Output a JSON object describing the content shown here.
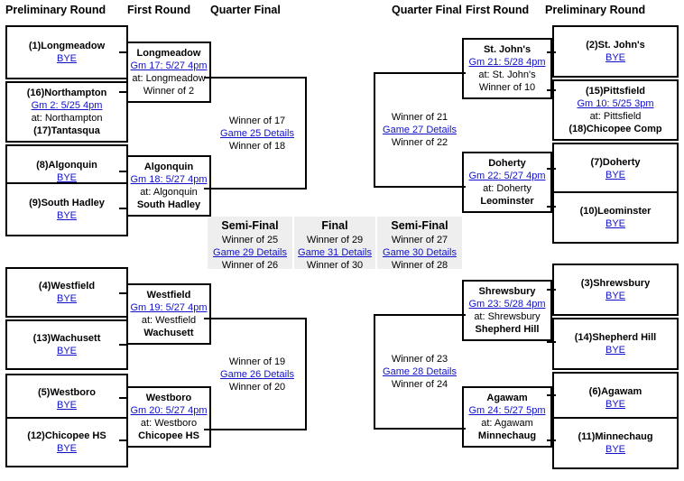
{
  "headers": {
    "left": [
      "Preliminary Round",
      "First Round",
      "Quarter Final"
    ],
    "right": [
      "Quarter Final",
      "First Round",
      "Preliminary Round"
    ]
  },
  "left_prelim": [
    {
      "line1": "(1)Longmeadow",
      "line2": "BYE",
      "line2_link": true,
      "line3": "",
      "line4": ""
    },
    {
      "line1": "(16)Northampton",
      "line2": "Gm 2: 5/25 4pm",
      "line2_link": true,
      "line3": "at: Northampton",
      "line4": "(17)Tantasqua"
    },
    {
      "line1": "(8)Algonquin",
      "line2": "BYE",
      "line2_link": true,
      "line3": "",
      "line4": ""
    },
    {
      "line1": "(9)South Hadley",
      "line2": "BYE",
      "line2_link": true,
      "line3": "",
      "line4": ""
    },
    {
      "line1": "(4)Westfield",
      "line2": "BYE",
      "line2_link": true,
      "line3": "",
      "line4": ""
    },
    {
      "line1": "(13)Wachusett",
      "line2": "BYE",
      "line2_link": true,
      "line3": "",
      "line4": ""
    },
    {
      "line1": "(5)Westboro",
      "line2": "BYE",
      "line2_link": true,
      "line3": "",
      "line4": ""
    },
    {
      "line1": "(12)Chicopee HS",
      "line2": "BYE",
      "line2_link": true,
      "line3": "",
      "line4": ""
    }
  ],
  "right_prelim": [
    {
      "line1": "(2)St. John's",
      "line2": "BYE",
      "line2_link": true,
      "line3": "",
      "line4": ""
    },
    {
      "line1": "(15)Pittsfield",
      "line2": "Gm 10: 5/25 3pm",
      "line2_link": true,
      "line3": "at: Pittsfield",
      "line4": "(18)Chicopee Comp"
    },
    {
      "line1": "(7)Doherty",
      "line2": "BYE",
      "line2_link": true,
      "line3": "",
      "line4": ""
    },
    {
      "line1": "(10)Leominster",
      "line2": "BYE",
      "line2_link": true,
      "line3": "",
      "line4": ""
    },
    {
      "line1": "(3)Shrewsbury",
      "line2": "BYE",
      "line2_link": true,
      "line3": "",
      "line4": ""
    },
    {
      "line1": "(14)Shepherd Hill",
      "line2": "BYE",
      "line2_link": true,
      "line3": "",
      "line4": ""
    },
    {
      "line1": "(6)Agawam",
      "line2": "BYE",
      "line2_link": true,
      "line3": "",
      "line4": ""
    },
    {
      "line1": "(11)Minnechaug",
      "line2": "BYE",
      "line2_link": true,
      "line3": "",
      "line4": ""
    }
  ],
  "left_first_round": [
    {
      "team_top": "Longmeadow",
      "game": "Gm 17: 5/27 4pm",
      "at": "at: Longmeadow",
      "team_bottom": "Winner of 2",
      "bottom_bold": false
    },
    {
      "team_top": "Algonquin",
      "game": "Gm 18: 5/27 4pm",
      "at": "at: Algonquin",
      "team_bottom": "South Hadley",
      "bottom_bold": true
    },
    {
      "team_top": "Westfield",
      "game": "Gm 19: 5/27 4pm",
      "at": "at: Westfield",
      "team_bottom": "Wachusett",
      "bottom_bold": true
    },
    {
      "team_top": "Westboro",
      "game": "Gm 20: 5/27 4pm",
      "at": "at: Westboro",
      "team_bottom": "Chicopee HS",
      "bottom_bold": true
    }
  ],
  "right_first_round": [
    {
      "team_top": "St. John's",
      "game": "Gm 21: 5/28 4pm",
      "at": "at: St. John's",
      "team_bottom": "Winner of 10",
      "bottom_bold": false
    },
    {
      "team_top": "Doherty",
      "game": "Gm 22: 5/27 4pm",
      "at": "at: Doherty",
      "team_bottom": "Leominster",
      "bottom_bold": true
    },
    {
      "team_top": "Shrewsbury",
      "game": "Gm 23: 5/28 4pm",
      "at": "at: Shrewsbury",
      "team_bottom": "Shepherd Hill",
      "bottom_bold": true
    },
    {
      "team_top": "Agawam",
      "game": "Gm 24: 5/27 5pm",
      "at": "at: Agawam",
      "team_bottom": "Minnechaug",
      "bottom_bold": true
    }
  ],
  "left_quarter": [
    {
      "top": "Winner of 17",
      "link": "Game 25 Details",
      "bottom": "Winner of 18"
    },
    {
      "top": "Winner of 19",
      "link": "Game 26 Details",
      "bottom": "Winner of 20"
    }
  ],
  "right_quarter": [
    {
      "top": "Winner of 21",
      "link": "Game 27 Details",
      "bottom": "Winner of 22"
    },
    {
      "top": "Winner of 23",
      "link": "Game 28 Details",
      "bottom": "Winner of 24"
    }
  ],
  "center": [
    {
      "title": "Semi-Final",
      "top": "Winner of 25",
      "link": "Game 29 Details",
      "bottom": "Winner of 26"
    },
    {
      "title": "Final",
      "top": "Winner of 29",
      "link": "Game 31 Details",
      "bottom": "Winner of 30"
    },
    {
      "title": "Semi-Final",
      "top": "Winner of 27",
      "link": "Game 30 Details",
      "bottom": "Winner of 28"
    }
  ],
  "colors": {
    "link": "#1111cc",
    "panel_bg": "#eeeeee",
    "border": "#000000",
    "text": "#000000"
  }
}
